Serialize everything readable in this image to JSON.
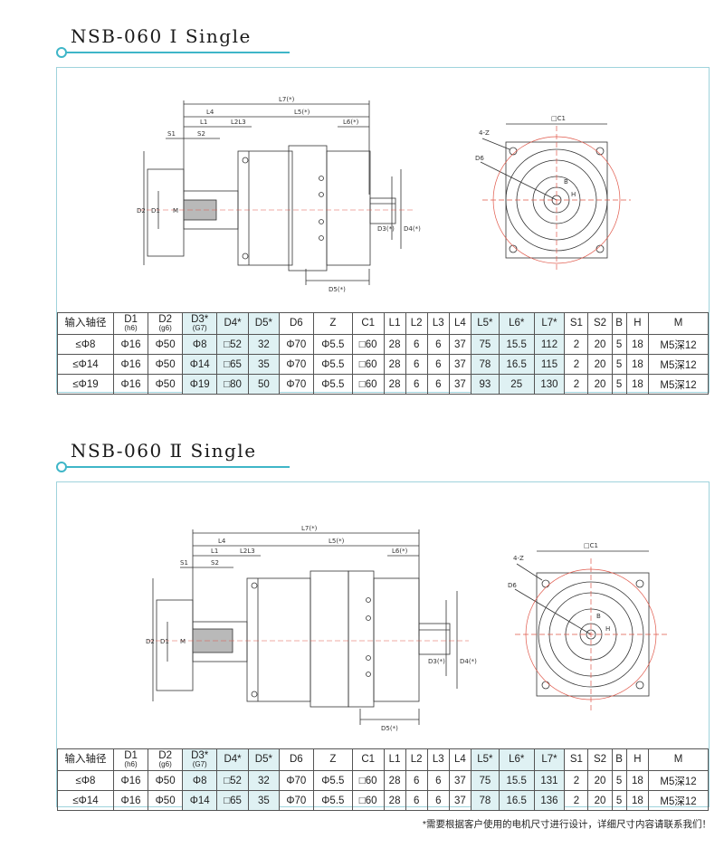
{
  "sections": [
    {
      "title": "NSB-060 Ⅰ Single",
      "drawing_labels": {
        "L7": "L7(*)",
        "L4": "L4",
        "L5": "L5(*)",
        "L1": "L1",
        "L2L3": "L2L3",
        "L6": "L6(*)",
        "S1": "S1",
        "S2": "S2",
        "D2": "D2",
        "D1": "D1",
        "M": "M",
        "D3": "D3(*)",
        "D4": "D4(*)",
        "D5": "D5(*)",
        "C1": "□C1",
        "Z": "4-Z",
        "D6": "D6",
        "B": "B",
        "H": "H"
      },
      "headers": [
        "输入轴径",
        "D1",
        "D2",
        "D3*",
        "D4*",
        "D5*",
        "D6",
        "Z",
        "C1",
        "L1",
        "L2",
        "L3",
        "L4",
        "L5*",
        "L6*",
        "L7*",
        "S1",
        "S2",
        "B",
        "H",
        "M"
      ],
      "header_subs": [
        "",
        "(h6)",
        "(g6)",
        "(G7)",
        "",
        "",
        "",
        "",
        "",
        "",
        "",
        "",
        "",
        "",
        "",
        "",
        "",
        "",
        "",
        "",
        ""
      ],
      "rows": [
        [
          "≤Φ8",
          "Φ16",
          "Φ50",
          "Φ8",
          "□52",
          "32",
          "Φ70",
          "Φ5.5",
          "□60",
          "28",
          "6",
          "6",
          "37",
          "75",
          "15.5",
          "112",
          "2",
          "20",
          "5",
          "18",
          "M5深12"
        ],
        [
          "≤Φ14",
          "Φ16",
          "Φ50",
          "Φ14",
          "□65",
          "35",
          "Φ70",
          "Φ5.5",
          "□60",
          "28",
          "6",
          "6",
          "37",
          "78",
          "16.5",
          "115",
          "2",
          "20",
          "5",
          "18",
          "M5深12"
        ],
        [
          "≤Φ19",
          "Φ16",
          "Φ50",
          "Φ19",
          "□80",
          "50",
          "Φ70",
          "Φ5.5",
          "□60",
          "28",
          "6",
          "6",
          "37",
          "93",
          "25",
          "130",
          "2",
          "20",
          "5",
          "18",
          "M5深12"
        ]
      ]
    },
    {
      "title": "NSB-060 Ⅱ Single",
      "drawing_labels": {
        "L7": "L7(*)",
        "L4": "L4",
        "L5": "L5(*)",
        "L1": "L1",
        "L2L3": "L2L3",
        "L6": "L6(*)",
        "S1": "S1",
        "S2": "S2",
        "D2": "D2",
        "D1": "D1",
        "M": "M",
        "D3": "D3(*)",
        "D4": "D4(*)",
        "D5": "D5(*)",
        "C1": "□C1",
        "Z": "4-Z",
        "D6": "D6",
        "B": "B",
        "H": "H"
      },
      "headers": [
        "输入轴径",
        "D1",
        "D2",
        "D3*",
        "D4*",
        "D5*",
        "D6",
        "Z",
        "C1",
        "L1",
        "L2",
        "L3",
        "L4",
        "L5*",
        "L6*",
        "L7*",
        "S1",
        "S2",
        "B",
        "H",
        "M"
      ],
      "header_subs": [
        "",
        "(h6)",
        "(g6)",
        "(G7)",
        "",
        "",
        "",
        "",
        "",
        "",
        "",
        "",
        "",
        "",
        "",
        "",
        "",
        "",
        "",
        "",
        ""
      ],
      "rows": [
        [
          "≤Φ8",
          "Φ16",
          "Φ50",
          "Φ8",
          "□52",
          "32",
          "Φ70",
          "Φ5.5",
          "□60",
          "28",
          "6",
          "6",
          "37",
          "75",
          "15.5",
          "131",
          "2",
          "20",
          "5",
          "18",
          "M5深12"
        ],
        [
          "≤Φ14",
          "Φ16",
          "Φ50",
          "Φ14",
          "□65",
          "35",
          "Φ70",
          "Φ5.5",
          "□60",
          "28",
          "6",
          "6",
          "37",
          "78",
          "16.5",
          "136",
          "2",
          "20",
          "5",
          "18",
          "M5深12"
        ]
      ]
    }
  ],
  "highlight_columns": [
    "D3*",
    "D4*",
    "D5*",
    "L5*",
    "L6*",
    "L7*"
  ],
  "footnote": "*需要根据客户使用的电机尺寸进行设计，详细尺寸内容请联系我们！",
  "colors": {
    "accent": "#3fb6c8",
    "highlight": "#dff1f3",
    "redline": "#e0584a"
  }
}
